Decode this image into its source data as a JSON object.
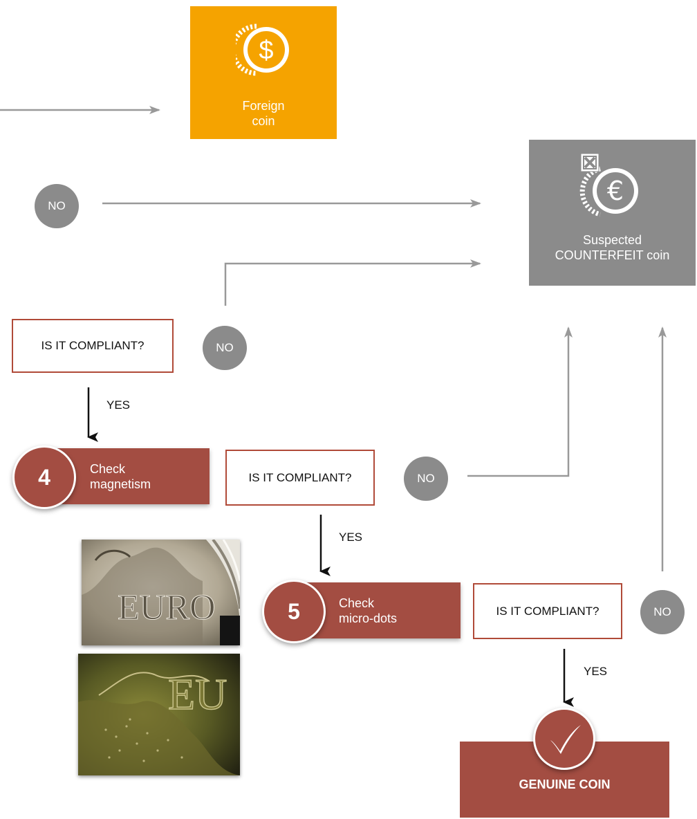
{
  "foreign_coin": {
    "label_line1": "Foreign",
    "label_line2": "coin",
    "icon": "dollar-coin-icon",
    "color": "#f5a300"
  },
  "counterfeit": {
    "label_line1": "Suspected",
    "label_line2": "COUNTERFEIT coin",
    "icon": "euro-coin-crossed-icon",
    "color": "#8b8b8b"
  },
  "no_labels": [
    "NO",
    "NO",
    "NO",
    "NO"
  ],
  "questions": [
    "IS IT COMPLIANT?",
    "IS IT COMPLIANT?",
    "IS IT COMPLIANT?"
  ],
  "yes_labels": [
    "YES",
    "YES",
    "YES"
  ],
  "steps": [
    {
      "number": "4",
      "line1": "Check",
      "line2": "magnetism"
    },
    {
      "number": "5",
      "line1": "Check",
      "line2": "micro-dots"
    }
  ],
  "genuine": {
    "label": "GENUINE COIN",
    "icon": "checkmark-icon",
    "color": "#a34d42"
  },
  "photos": [
    "euro-coin-closeup-photo",
    "euro-coin-microdots-photo"
  ],
  "colors": {
    "accent_red": "#a34d42",
    "border_red": "#b04a38",
    "gray": "#8b8b8b",
    "arrow_gray": "#999999"
  }
}
